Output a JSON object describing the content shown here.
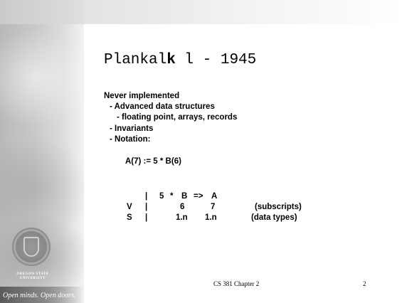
{
  "slide": {
    "title_pre": "Plankal",
    "title_bold_letter": "k",
    "title_post": " l - 1945",
    "lines": [
      "Never implemented",
      "- Advanced data structures",
      "- floating point, arrays, records",
      "- Invariants",
      "- Notation:",
      "A(7) := 5 * B(6)"
    ],
    "table": {
      "row1": [
        "|",
        "5",
        "*",
        "B",
        "=>",
        "A"
      ],
      "row2": [
        "V",
        "|",
        "6",
        "7",
        "(subscripts)"
      ],
      "row3": [
        "S",
        "|",
        "1.n",
        "1.n",
        "(data types)"
      ]
    },
    "footer_center": "CS 381  Chapter 2",
    "page_number": "2"
  },
  "branding": {
    "university": "OREGON STATE UNIVERSITY",
    "motto": "Open minds. Open doors.",
    "seal_icon": "university-seal-icon"
  }
}
